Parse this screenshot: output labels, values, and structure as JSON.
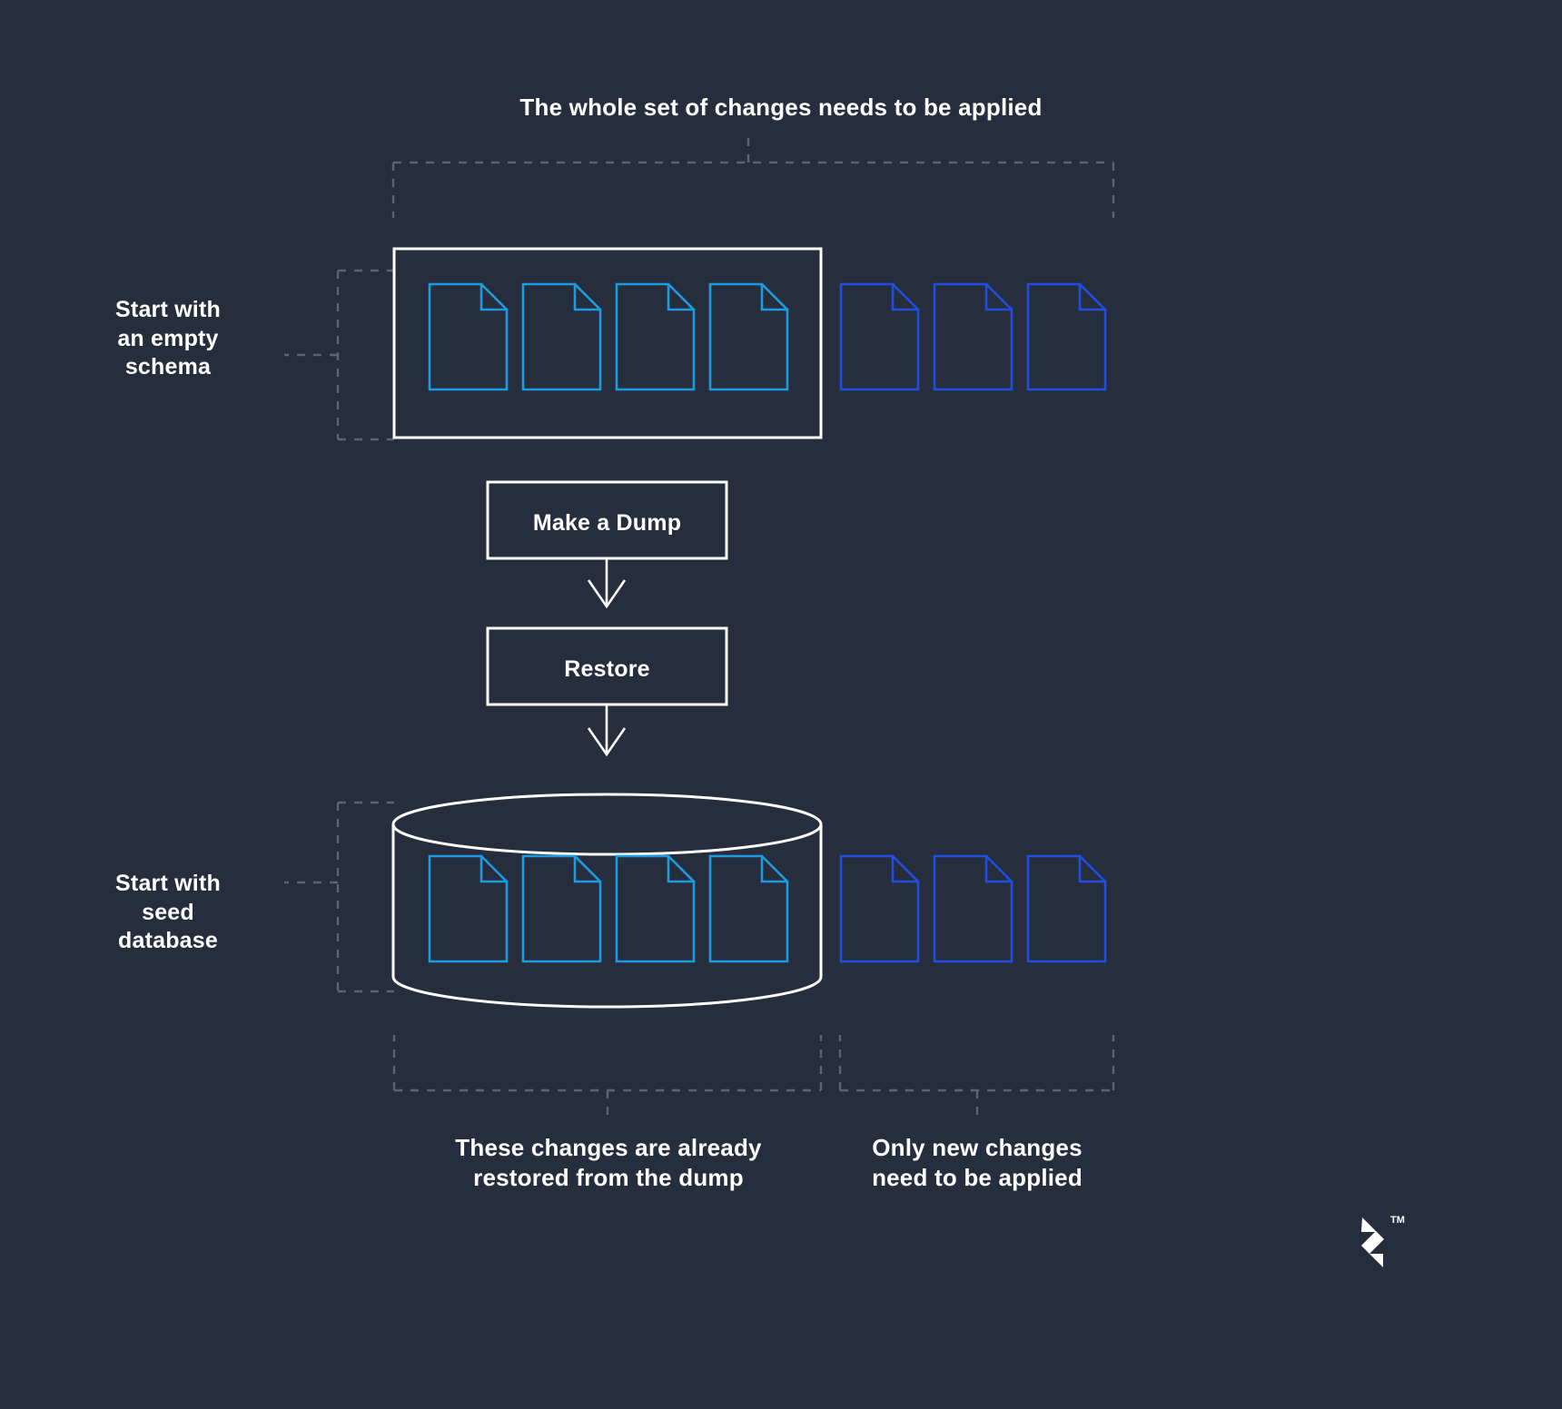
{
  "diagram": {
    "title_caption": "The whole set of changes needs to be applied",
    "background_color": "#262d3d",
    "stroke_white": "#ffffff",
    "stroke_dashed": "#5b6476",
    "doc_color_applied": "#1d9bdf",
    "doc_color_pending": "#1f4fe0"
  },
  "labels": {
    "left_top_line1": "Start with",
    "left_top_line2": "an empty",
    "left_top_line3": "schema",
    "left_bottom_line1": "Start with",
    "left_bottom_line2": "seed",
    "left_bottom_line3": "database"
  },
  "process": {
    "step_dump": "Make a Dump",
    "step_restore": "Restore"
  },
  "footer": {
    "left_line1": "These changes are already",
    "left_line2": "restored from the dump",
    "right_line1": "Only new changes",
    "right_line2": "need to be applied"
  },
  "brand": {
    "name": "toptal-logo",
    "trademark": "TM"
  },
  "chart_data": {
    "type": "diagram",
    "title": "The whole set of changes needs to be applied",
    "rows": [
      {
        "name": "empty-schema-row",
        "label": "Start with an empty schema",
        "container": "rectangle",
        "documents_inside": 4,
        "documents_inside_color": "#1d9bdf",
        "documents_outside": 3,
        "documents_outside_color": "#1f4fe0"
      },
      {
        "name": "seed-database-row",
        "label": "Start with seed database",
        "container": "cylinder",
        "documents_inside": 4,
        "documents_inside_color": "#1d9bdf",
        "documents_outside": 3,
        "documents_outside_color": "#1f4fe0"
      }
    ],
    "steps": [
      "Make a Dump",
      "Restore"
    ],
    "annotations": [
      "The whole set of changes needs to be applied",
      "These changes are already restored from the dump",
      "Only new changes need to be applied"
    ]
  }
}
